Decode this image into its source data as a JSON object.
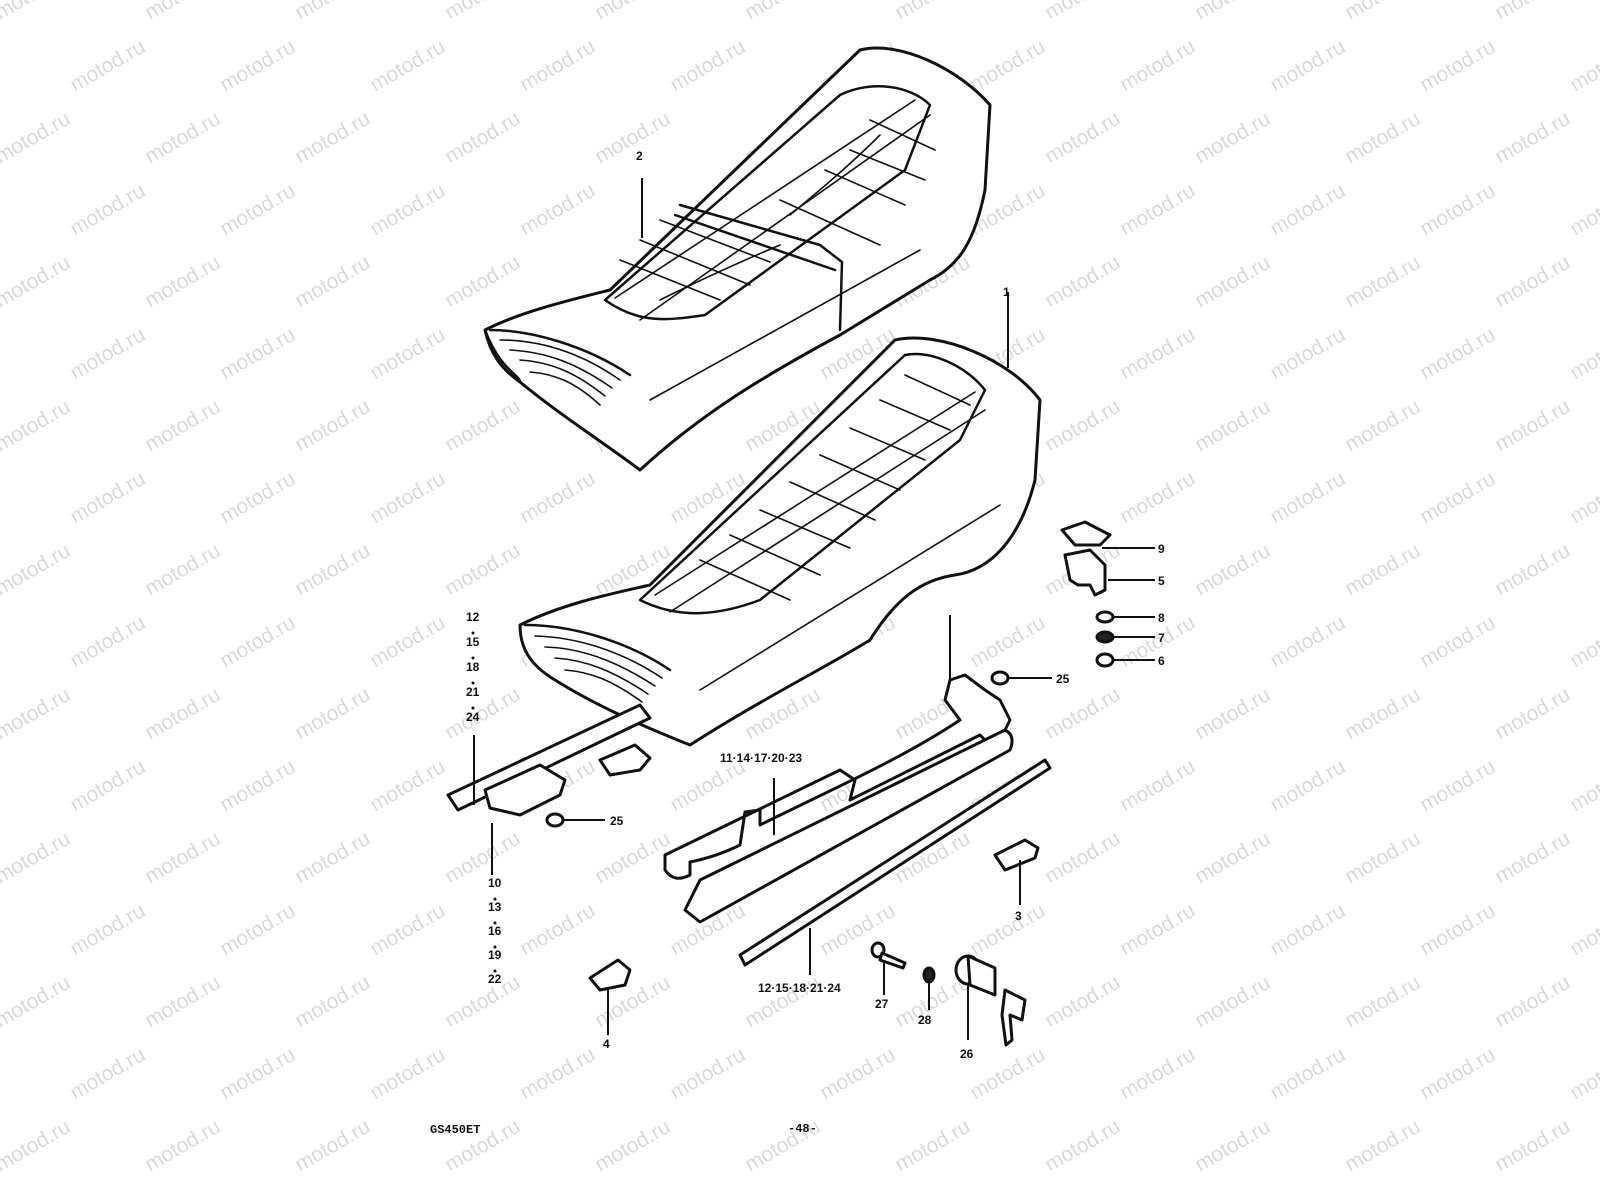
{
  "watermark": "motod.ru",
  "labels": {
    "p1": "1",
    "p2": "2",
    "p3": "3",
    "p4": "4",
    "p5": "5",
    "p6": "6",
    "p7": "7",
    "p8": "8",
    "p9": "9",
    "p25a": "25",
    "p25b": "25",
    "p26": "26",
    "p27": "27",
    "p28": "28",
    "group_upper": "11·14·17·20·23",
    "group_lower": "12·15·18·21·24",
    "left_stack_top": [
      "12",
      "15",
      "18",
      "21",
      "24"
    ],
    "left_stack_bottom": [
      "10",
      "13",
      "16",
      "19",
      "22"
    ]
  },
  "footer": {
    "model": "GS450ET",
    "page": "-48-"
  }
}
